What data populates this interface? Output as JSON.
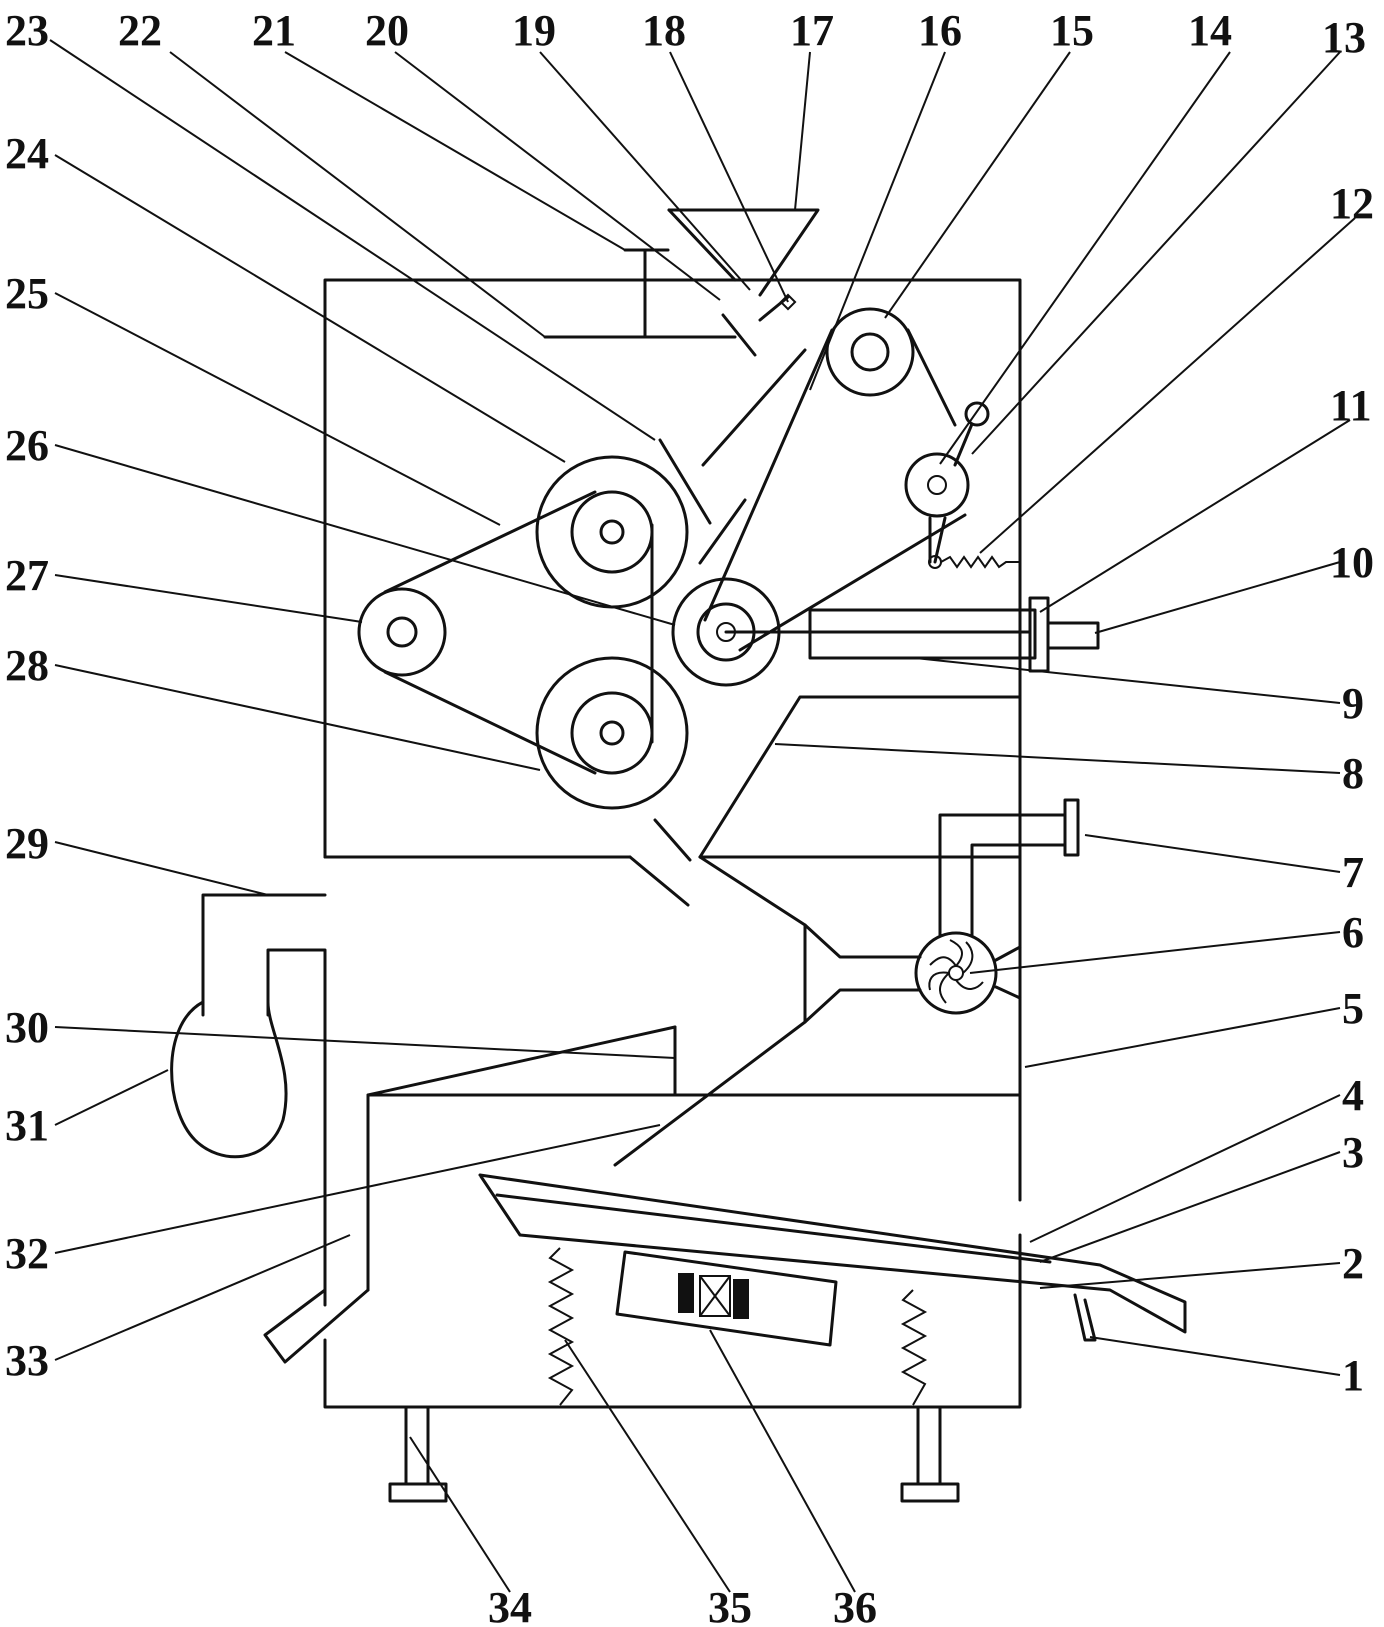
{
  "labels": [
    {
      "id": "1",
      "text": "1"
    },
    {
      "id": "2",
      "text": "2"
    },
    {
      "id": "3",
      "text": "3"
    },
    {
      "id": "4",
      "text": "4"
    },
    {
      "id": "5",
      "text": "5"
    },
    {
      "id": "6",
      "text": "6"
    },
    {
      "id": "7",
      "text": "7"
    },
    {
      "id": "8",
      "text": "8"
    },
    {
      "id": "9",
      "text": "9"
    },
    {
      "id": "10",
      "text": "10"
    },
    {
      "id": "11",
      "text": "11"
    },
    {
      "id": "12",
      "text": "12"
    },
    {
      "id": "13",
      "text": "13"
    },
    {
      "id": "14",
      "text": "14"
    },
    {
      "id": "15",
      "text": "15"
    },
    {
      "id": "16",
      "text": "16"
    },
    {
      "id": "17",
      "text": "17"
    },
    {
      "id": "18",
      "text": "18"
    },
    {
      "id": "19",
      "text": "19"
    },
    {
      "id": "20",
      "text": "20"
    },
    {
      "id": "21",
      "text": "21"
    },
    {
      "id": "22",
      "text": "22"
    },
    {
      "id": "23",
      "text": "23"
    },
    {
      "id": "24",
      "text": "24"
    },
    {
      "id": "25",
      "text": "25"
    },
    {
      "id": "26",
      "text": "26"
    },
    {
      "id": "27",
      "text": "27"
    },
    {
      "id": "28",
      "text": "28"
    },
    {
      "id": "29",
      "text": "29"
    },
    {
      "id": "30",
      "text": "30"
    },
    {
      "id": "31",
      "text": "31"
    },
    {
      "id": "32",
      "text": "32"
    },
    {
      "id": "33",
      "text": "33"
    },
    {
      "id": "34",
      "text": "34"
    },
    {
      "id": "35",
      "text": "35"
    },
    {
      "id": "36",
      "text": "36"
    }
  ]
}
